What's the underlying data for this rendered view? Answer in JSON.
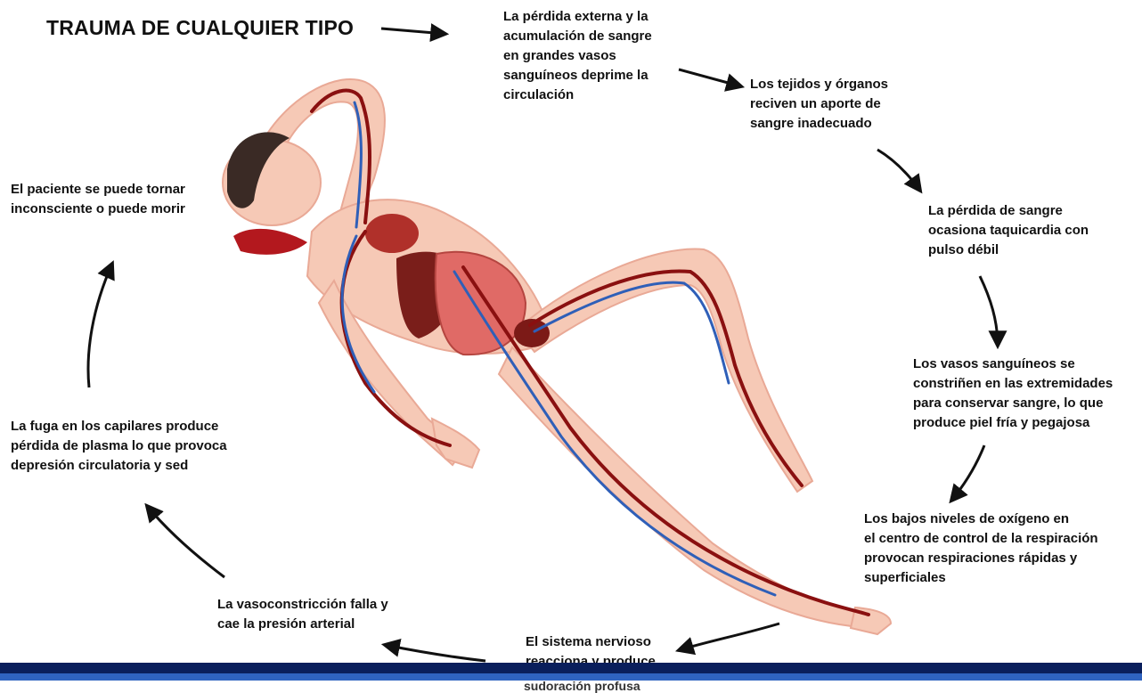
{
  "diagram": {
    "title": "TRAUMA DE CUALQUIER TIPO",
    "steps": [
      "La pérdida externa y la\nacumulación de sangre\nen grandes vasos\nsanguíneos deprime la\ncirculación",
      "Los tejidos y órganos\nreciven un aporte de\nsangre inadecuado",
      "La pérdida de sangre\nocasiona taquicardia con\npulso débil",
      "Los vasos sanguíneos se\nconstriñen en las extremidades\npara conservar sangre, lo que\nproduce piel fría y pegajosa",
      "Los bajos niveles de oxígeno en\nel centro de control de la respiración\nprovocan respiraciones rápidas y\nsuperficiales",
      "El sistema nervioso\nreacciona y produce",
      "La vasoconstricción falla y\ncae la presión arterial",
      "La fuga en los capilares produce\npérdida de plasma lo que provoca\ndepresión circulatoria y sed",
      "El paciente se puede tornar\ninconsciente o puede morir"
    ],
    "cut_off_text": "sudoración profusa"
  },
  "colors": {
    "skin": "#f6c9b6",
    "artery": "#8a1010",
    "vein": "#2f5fb8",
    "organ": "#b0302a",
    "band_dark": "#0a1f5c",
    "band_light": "#2f63c0"
  }
}
